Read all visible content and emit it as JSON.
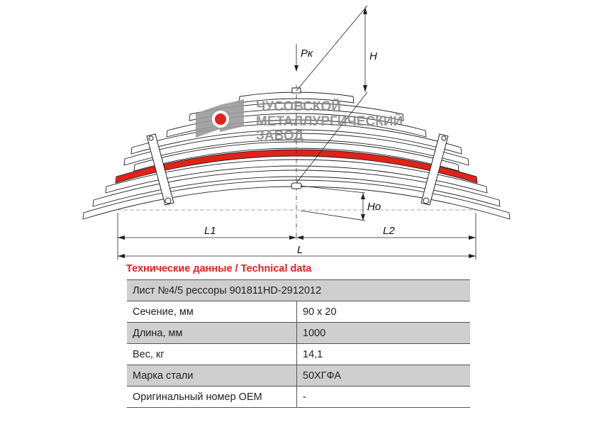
{
  "drawing": {
    "labels": {
      "force": "Pк",
      "height": "H",
      "free_height": "Ho",
      "left_length": "L1",
      "right_length": "L2",
      "length": "L"
    },
    "logo": {
      "line1": "ЧУСОВСКОЙ",
      "line2": "МЕТАЛЛУРГИЧЕСКИЙ",
      "line3": "ЗАВОД"
    },
    "highlight_color": "#e32119"
  },
  "section_title": "Технические данные / Technical data",
  "table": {
    "header": "Лист №4/5 рессоры 901811HD-2912012",
    "rows": [
      {
        "label": "Сечение, мм",
        "value": "90 x 20"
      },
      {
        "label": "Длина, мм",
        "value": "1000"
      },
      {
        "label": "Вес, кг",
        "value": "14,1"
      },
      {
        "label": "Марка стали",
        "value": "50ХГФА"
      },
      {
        "label": "Оригинальный номер OEM",
        "value": "-"
      }
    ]
  }
}
